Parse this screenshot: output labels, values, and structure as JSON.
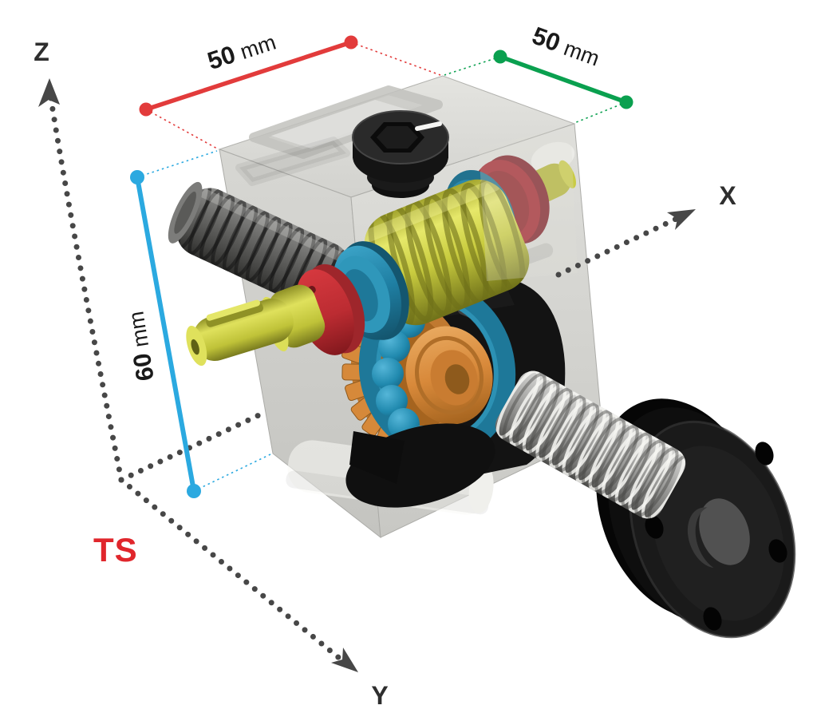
{
  "annotation": {
    "text": "TS",
    "color": "#E0262C"
  },
  "axes": {
    "color": "#474747",
    "x": {
      "label": "X"
    },
    "y": {
      "label": "Y"
    },
    "z": {
      "label": "Z"
    }
  },
  "dimensions": {
    "top_left": {
      "value": "50",
      "unit": "mm",
      "color": "#E23B3B"
    },
    "top_right": {
      "value": "50",
      "unit": "mm",
      "color": "#0AA04F"
    },
    "left": {
      "value": "60",
      "unit": "mm",
      "color": "#2BA9E0"
    }
  },
  "parts": {
    "housing": {
      "icon": "gearbox-housing-icon",
      "color": "#D6D6D2"
    },
    "hex_plug": {
      "icon": "hex-socket-plug-icon",
      "color": "#1A1A1A"
    },
    "worm_gear": {
      "icon": "worm-gear-icon",
      "color": "#C5C93C"
    },
    "input_shaft": {
      "icon": "input-shaft-icon",
      "color": "#C6C839"
    },
    "bearing": {
      "icon": "bearing-icon",
      "color": "#1F7FA3"
    },
    "seal": {
      "icon": "shaft-seal-icon",
      "color": "#C62F35"
    },
    "worm_wheel": {
      "icon": "worm-wheel-icon",
      "color": "#D8893A"
    },
    "ball_bearing": {
      "icon": "ball-bearing-icon",
      "color": "#2089AE"
    },
    "lifting_screw": {
      "icon": "lifting-screw-icon",
      "color": "#9C9C9C"
    },
    "flange": {
      "icon": "flange-plate-icon",
      "color": "#141414"
    }
  }
}
